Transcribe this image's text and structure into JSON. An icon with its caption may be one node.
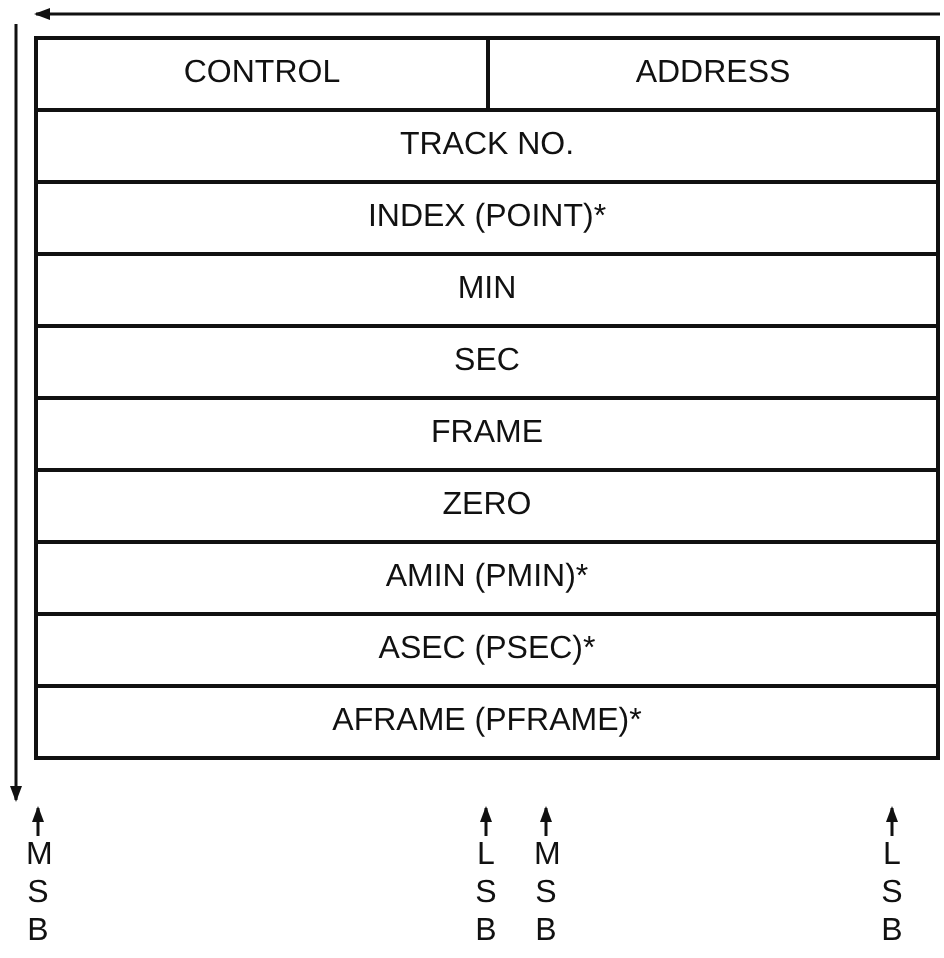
{
  "diagram": {
    "labels": [
      "CONTROL",
      "ADDRESS",
      "TRACK NO.",
      "INDEX (POINT)*",
      "MIN",
      "SEC",
      "FRAME",
      "ZERO",
      "AMIN (PMIN)*",
      "ASEC (PSEC)*",
      "AFRAME (PFRAME)*",
      "MSB",
      "LSB",
      "MSB",
      "LSB"
    ]
  }
}
